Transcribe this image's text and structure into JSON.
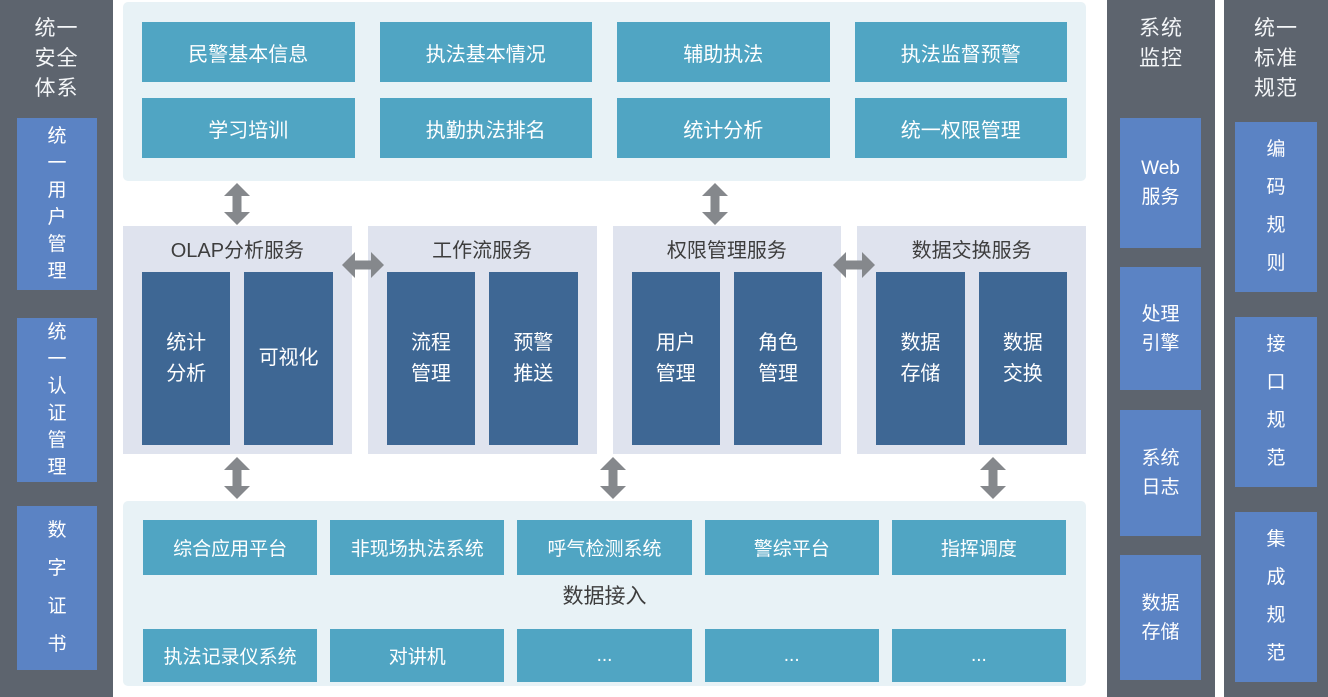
{
  "colors": {
    "column_bg": "#5d646e",
    "side_box_blue": "#5b83c4",
    "teal_box": "#50a5c3",
    "light_cyan_bg": "#e8f2f6",
    "panel_bg": "#dfe3ee",
    "inner_box_blue": "#3e6794",
    "arrow_gray": "#85888c"
  },
  "left_panel": {
    "title": "统一\n安全\n体系",
    "items": [
      "统一用户管理",
      "统一认证管理",
      "数字证书"
    ]
  },
  "app_layer": {
    "rows": [
      [
        "民警基本信息",
        "执法基本情况",
        "辅助执法",
        "执法监督预警"
      ],
      [
        "学习培训",
        "执勤执法排名",
        "统计分析",
        "统一权限管理"
      ]
    ]
  },
  "service_layer": {
    "panels": [
      {
        "title": "OLAP分析服务",
        "items": [
          "统计\n分析",
          "可视化"
        ]
      },
      {
        "title": "工作流服务",
        "items": [
          "流程\n管理",
          "预警\n推送"
        ]
      },
      {
        "title": "权限管理服务",
        "items": [
          "用户\n管理",
          "角色\n管理"
        ]
      },
      {
        "title": "数据交换服务",
        "items": [
          "数据\n存储",
          "数据\n交换"
        ]
      }
    ]
  },
  "access_layer": {
    "row1": [
      "综合应用平台",
      "非现场执法系统",
      "呼气检测系统",
      "警综平台",
      "指挥调度"
    ],
    "label": "数据接入",
    "row2": [
      "执法记录仪系统",
      "对讲机",
      "...",
      "...",
      "..."
    ]
  },
  "monitor_panel": {
    "title": "系统\n监控",
    "items": [
      "Web\n服务",
      "处理\n引擎",
      "系统\n日志",
      "数据\n存储"
    ]
  },
  "standards_panel": {
    "title": "统一\n标准\n规范",
    "items": [
      "编码规则",
      "接口规范",
      "集成规范"
    ]
  }
}
